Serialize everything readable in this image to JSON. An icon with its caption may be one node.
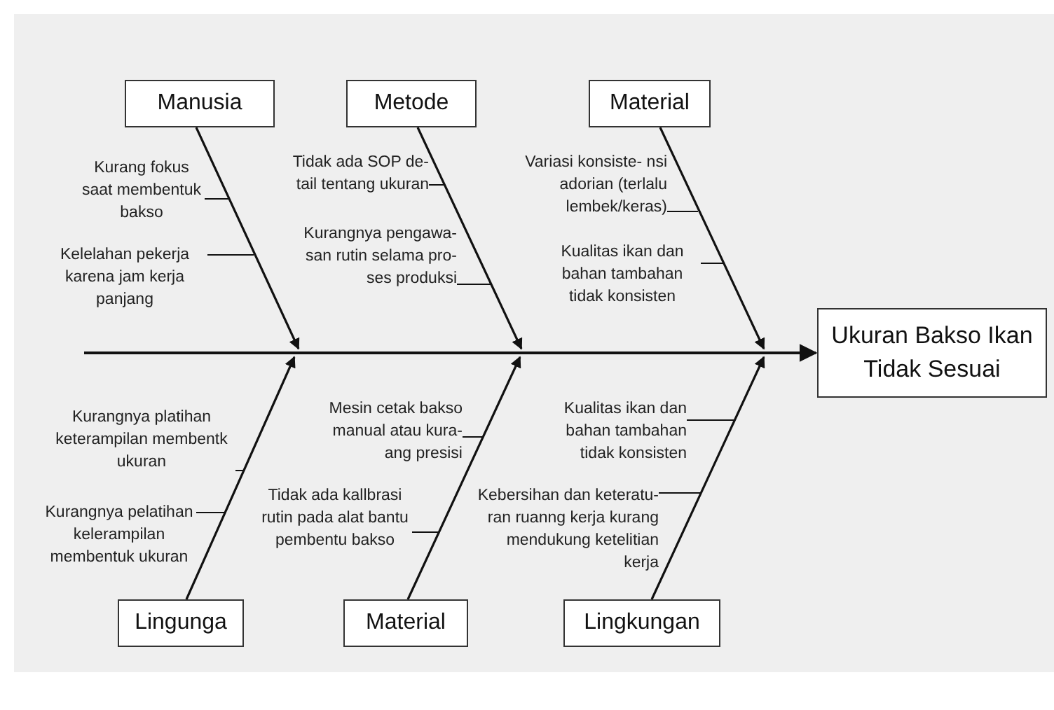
{
  "diagram": {
    "nodes": [
      {
        "text": [
          "Manusia"
        ]
      },
      {
        "text": [
          "Metode"
        ]
      },
      {
        "text": [
          "Material"
        ]
      },
      {
        "text": [
          "Kurang fokus saat membentuk bakso"
        ]
      },
      {
        "text": [
          "Kelelahan pekerja karena jam kerja panjang"
        ]
      },
      {
        "text": [
          "Tidak ada SOP de- tail tentang ukuran"
        ]
      },
      {
        "text": [
          "Kurangnya pengawa- san rutin selama pro- ses produksi"
        ]
      },
      {
        "text": [
          "Variasi konsiste- nsi adorian (terlalu lembek/keras)"
        ]
      },
      {
        "text": [
          "Kualitas ikan dan bahan tambahan tidak konsisten"
        ]
      },
      {
        "text": [
          "Ukuran Bakso Ikan Tidak Sesuai"
        ]
      },
      {
        "text": [
          "Kurangnya platihan keterampilan membentk ukuran"
        ]
      },
      {
        "text": [
          "Kurangnya pelatihan kelerampilan membentuk ukuran"
        ]
      },
      {
        "text": [
          "Mesin cetak bakso manual atau kura- ang presisi"
        ]
      },
      {
        "text": [
          "Tidak ada kallbrasi rutin pada alat bantu pembentu bakso"
        ]
      },
      {
        "text": [
          "Kualitas ikan dan bahan tambahan tidak konsisten"
        ]
      },
      {
        "text": [
          "Kebersihan dan keteratu- ran ruanng kerja kurang mendukung ketelitian kerja"
        ]
      },
      {
        "text": [
          "Lingunga"
        ]
      },
      {
        "text": [
          "Material"
        ]
      },
      {
        "text": [
          "Lingkungan"
        ]
      }
    ],
    "edges": [
      {
        "from": null,
        "to": 9,
        "arrow": "to"
      },
      {
        "from": 0,
        "to": null,
        "arrow": "to"
      },
      {
        "from": 1,
        "to": null,
        "arrow": "to"
      },
      {
        "from": 2,
        "to": null,
        "arrow": "to"
      },
      {
        "from": 16,
        "to": null,
        "arrow": "to"
      },
      {
        "from": 17,
        "to": null,
        "arrow": "to"
      },
      {
        "from": 18,
        "to": null,
        "arrow": "to"
      },
      {
        "from": 3,
        "to": null,
        "arrow": "none"
      },
      {
        "from": 4,
        "to": null,
        "arrow": "none"
      },
      {
        "from": 5,
        "to": null,
        "arrow": "none"
      },
      {
        "from": 6,
        "to": null,
        "arrow": "none"
      },
      {
        "from": 7,
        "to": null,
        "arrow": "none"
      },
      {
        "from": 8,
        "to": null,
        "arrow": "none"
      },
      {
        "from": 10,
        "to": null,
        "arrow": "none"
      },
      {
        "from": 11,
        "to": null,
        "arrow": "none"
      },
      {
        "from": 12,
        "to": null,
        "arrow": "none"
      },
      {
        "from": 13,
        "to": null,
        "arrow": "none"
      },
      {
        "from": 14,
        "to": null,
        "arrow": "none"
      },
      {
        "from": 15,
        "to": null,
        "arrow": "none"
      }
    ]
  }
}
